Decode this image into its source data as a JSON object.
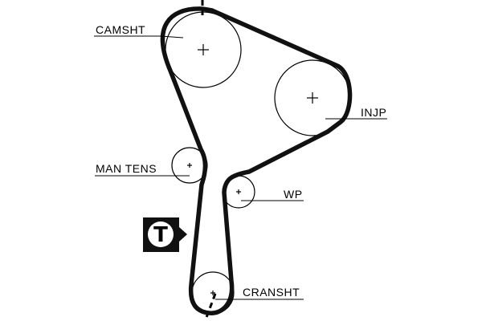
{
  "diagram": {
    "labels": {
      "camshaft": "CAMSHT",
      "injection_pump": "INJP",
      "manual_tensioner": "MAN TENS",
      "water_pump": "WP",
      "crankshaft": "CRANSHT"
    },
    "tension_badge": "T",
    "colors": {
      "belt": "#111111",
      "outline": "#000000",
      "badge_bg": "#111111",
      "badge_fg": "#ffffff"
    },
    "icons": {
      "pulley_center": "plus-cross-icon",
      "timing_mark": "dashed-line",
      "tension_indicator": "t-circle-badge-icon"
    }
  }
}
